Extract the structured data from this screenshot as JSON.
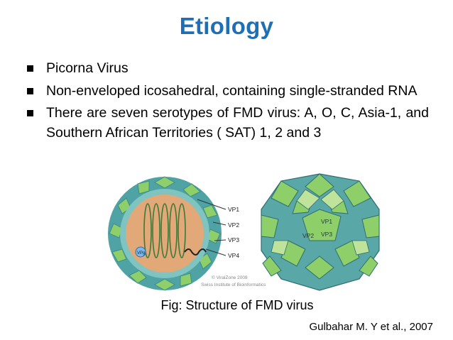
{
  "slide": {
    "title": "Etiology",
    "bullets": [
      {
        "text": "Picorna Virus"
      },
      {
        "text": "Non-enveloped icosahedral, containing single-stranded RNA"
      },
      {
        "text": "There are seven serotypes of FMD virus: A, O, C, Asia-1, and Southern African Territories ( SAT) 1, 2 and 3"
      }
    ],
    "figure": {
      "labels": {
        "vp1": "VP1",
        "vp2": "VP2",
        "vp3": "VP3",
        "vp4": "VP4",
        "vpg": "VPg"
      },
      "watermark_1": "© ViralZone 2008",
      "watermark_2": "Swiss Institute of Bioinformatics",
      "caption": "Fig: Structure of FMD virus"
    },
    "credit": "Gulbahar M. Y et al., 2007"
  },
  "colors": {
    "title": "#1f6fb7",
    "capsid_green": "#8fcf6a",
    "capsid_teal": "#4fa3a5",
    "core": "#e2a877"
  }
}
